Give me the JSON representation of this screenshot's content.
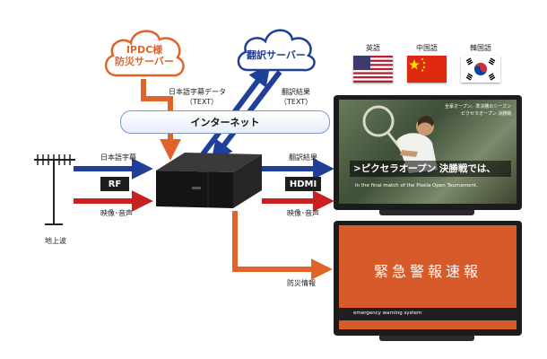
{
  "clouds": {
    "ipdc": "IPDC様\n防災サーバー",
    "translation": "翻訳サーバー"
  },
  "internet": "インターネット",
  "labels": {
    "jp_caption_data": "日本語字幕データ",
    "text1": "（TEXT）",
    "translation_result": "翻訳結果",
    "text2": "（TEXT）",
    "jp_caption": "日本語字幕",
    "video_audio_in": "映像･音声",
    "terrestrial": "地上波",
    "translation_result_out": "翻訳結果",
    "video_audio_out": "映像･音声",
    "disaster_info": "防災情報"
  },
  "tags": {
    "rf": "RF",
    "hdmi": "HDMI"
  },
  "flags": [
    {
      "label": "英語",
      "icon": "usa-flag-icon"
    },
    {
      "label": "中国語",
      "icon": "china-flag-icon"
    },
    {
      "label": "韓国語",
      "icon": "korea-flag-icon"
    }
  ],
  "tv1": {
    "top_caption_1": "全豪オープン、準決勝のシーズン",
    "top_caption_2": "ピクセラオープン 決勝戦",
    "subtitle_jp": ">ピクセラオープン 決勝戦では、",
    "subtitle_en": "In the final match of the Pixela Open Tournament,"
  },
  "tv2": {
    "title": "緊急警報速報",
    "footer": "emergency warning system"
  },
  "colors": {
    "orange": "#e0642a",
    "blue": "#1f3f99",
    "red": "#c8201e",
    "tv_orange": "#d65a2a"
  }
}
